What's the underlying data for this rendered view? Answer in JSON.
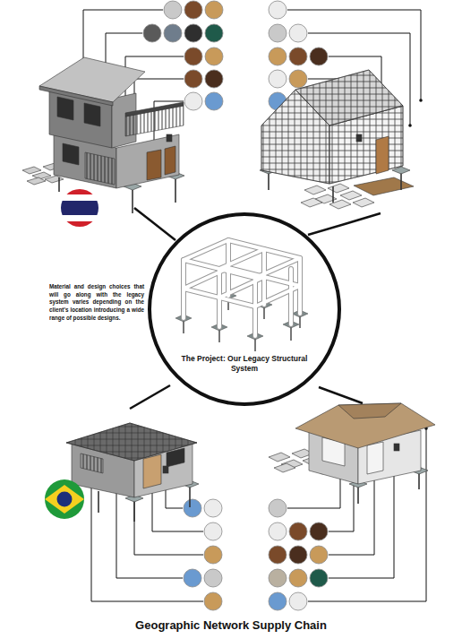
{
  "diagram": {
    "title": "Geographic Network Supply Chain",
    "nodes": [
      {
        "text": [
          "The Project: Our Legacy Structural System"
        ]
      }
    ],
    "labels": [
      "Material and design choices that will go along with the legacy system varies depending on the client's location introducing a wide range of possible designs."
    ]
  }
}
